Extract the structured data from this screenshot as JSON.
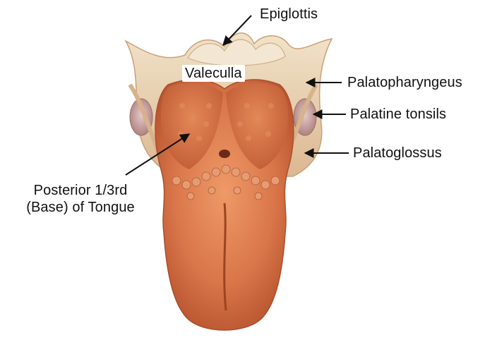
{
  "labels": {
    "epiglottis": "Epiglottis",
    "valeculla": "Valeculla",
    "palatopharyngeus": "Palatopharyngeus",
    "palatine_tonsils": "Palatine tonsils",
    "palatoglossus": "Palatoglossus",
    "posterior_line1": "Posterior 1/3rd",
    "posterior_line2": "(Base) of Tongue"
  },
  "colors": {
    "tongue_main": "#d9764a",
    "tongue_dark": "#b8542f",
    "tongue_light": "#ef9a68",
    "pharynx_wall": "#e9d2b6",
    "tonsil": "#c9a0a0",
    "arrow": "#111111"
  }
}
